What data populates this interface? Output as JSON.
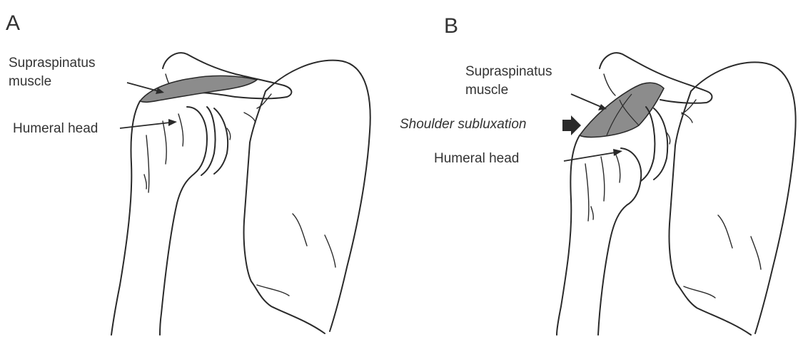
{
  "panels": [
    {
      "letter": "A",
      "labels": {
        "supraspinatus_line1": "Supraspinatus",
        "supraspinatus_line2": "muscle",
        "humeral_head": "Humeral head"
      }
    },
    {
      "letter": "B",
      "labels": {
        "supraspinatus_line1": "Supraspinatus",
        "supraspinatus_line2": "muscle",
        "subluxation": "Shoulder subluxation",
        "humeral_head": "Humeral head"
      }
    }
  ]
}
